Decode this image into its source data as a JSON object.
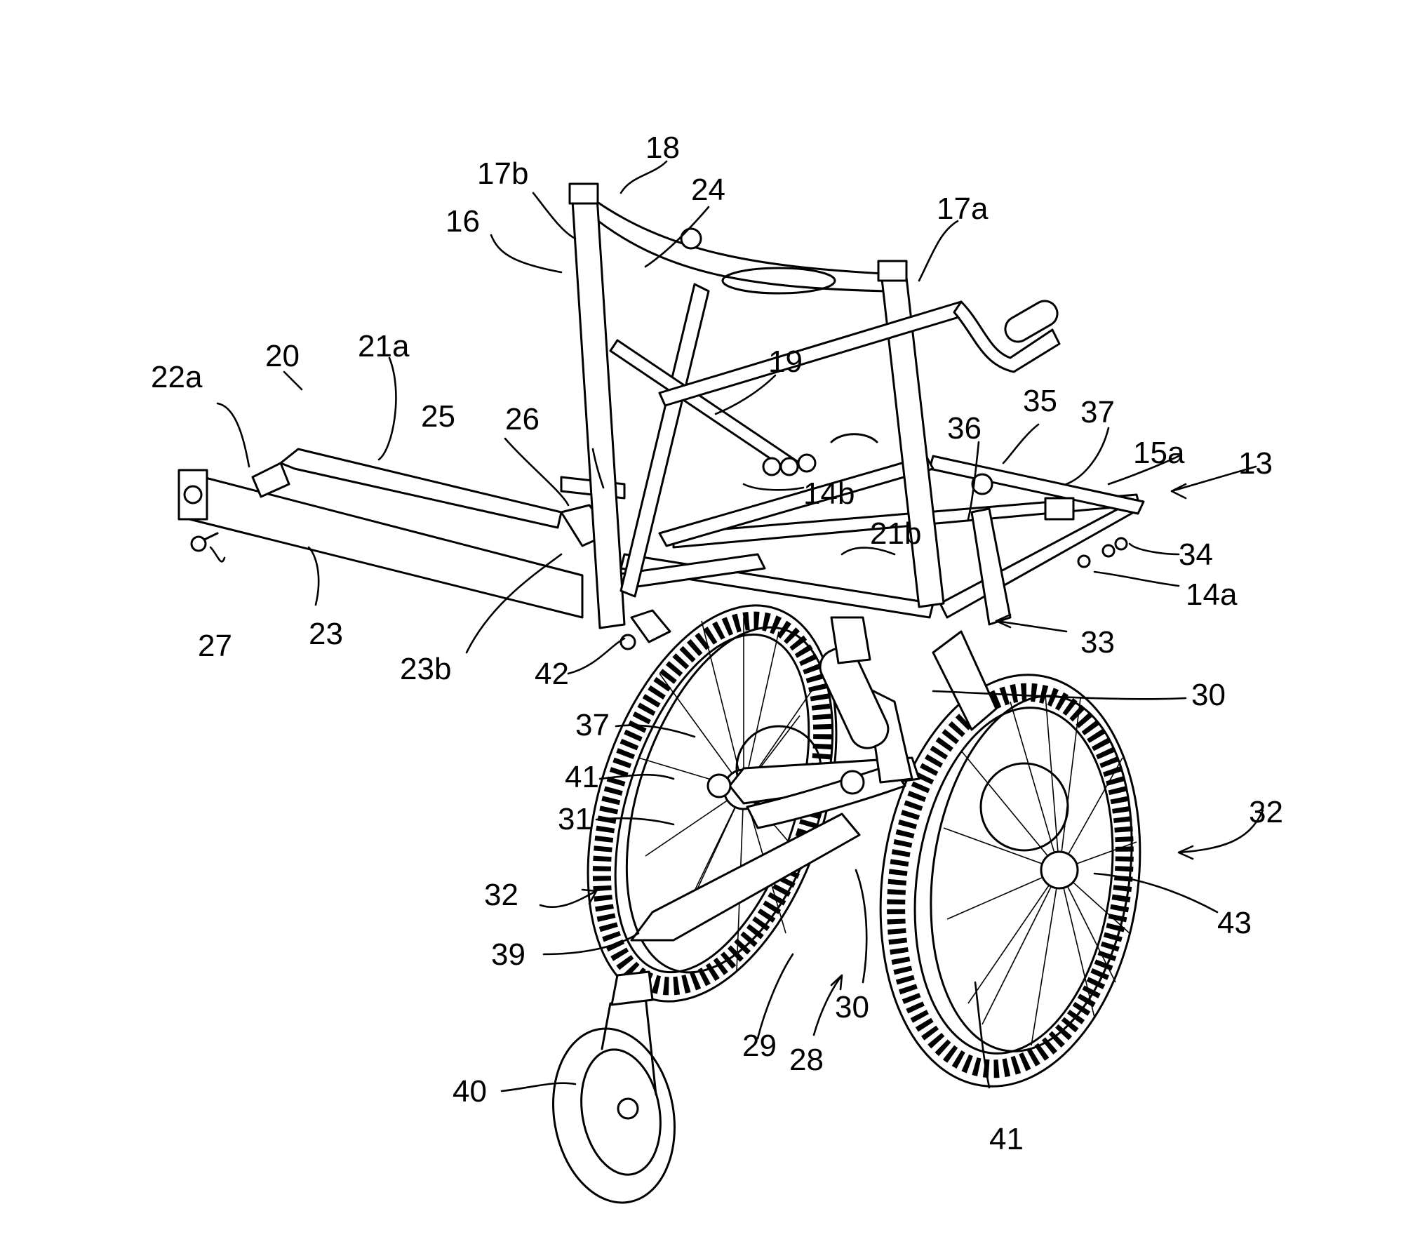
{
  "figure": {
    "labels": [
      {
        "id": "18",
        "text": "18"
      },
      {
        "id": "17b",
        "text": "17b"
      },
      {
        "id": "24",
        "text": "24"
      },
      {
        "id": "17a",
        "text": "17a"
      },
      {
        "id": "16",
        "text": "16"
      },
      {
        "id": "20",
        "text": "20"
      },
      {
        "id": "21a",
        "text": "21a"
      },
      {
        "id": "22a",
        "text": "22a"
      },
      {
        "id": "19",
        "text": "19"
      },
      {
        "id": "25",
        "text": "25"
      },
      {
        "id": "26",
        "text": "26"
      },
      {
        "id": "35",
        "text": "35"
      },
      {
        "id": "37-top",
        "text": "37"
      },
      {
        "id": "36",
        "text": "36"
      },
      {
        "id": "15a",
        "text": "15a"
      },
      {
        "id": "13",
        "text": "13"
      },
      {
        "id": "14b",
        "text": "14b"
      },
      {
        "id": "21b",
        "text": "21b"
      },
      {
        "id": "34",
        "text": "34"
      },
      {
        "id": "14a",
        "text": "14a"
      },
      {
        "id": "27",
        "text": "27"
      },
      {
        "id": "23",
        "text": "23"
      },
      {
        "id": "23b",
        "text": "23b"
      },
      {
        "id": "42",
        "text": "42"
      },
      {
        "id": "33",
        "text": "33"
      },
      {
        "id": "30-top",
        "text": "30"
      },
      {
        "id": "37-left",
        "text": "37"
      },
      {
        "id": "41-left",
        "text": "41"
      },
      {
        "id": "31",
        "text": "31"
      },
      {
        "id": "32-right",
        "text": "32"
      },
      {
        "id": "32-left",
        "text": "32"
      },
      {
        "id": "43",
        "text": "43"
      },
      {
        "id": "39",
        "text": "39"
      },
      {
        "id": "30-bottom",
        "text": "30"
      },
      {
        "id": "29",
        "text": "29"
      },
      {
        "id": "28",
        "text": "28"
      },
      {
        "id": "40",
        "text": "40"
      },
      {
        "id": "41-bottom",
        "text": "41"
      }
    ]
  }
}
